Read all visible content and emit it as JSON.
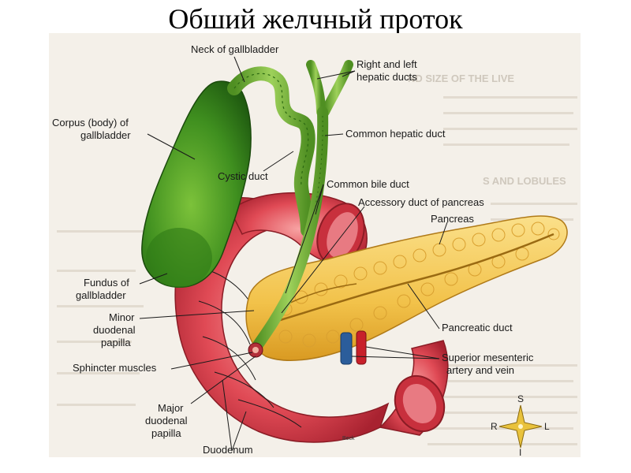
{
  "title": "Обший желчный проток",
  "labels": {
    "neck": "Neck of gallbladder",
    "hepatic_1": "Right and left",
    "hepatic_2": "hepatic ducts",
    "corpus_1": "Corpus (body) of",
    "corpus_2": "gallbladder",
    "common_hepatic": "Common hepatic duct",
    "cystic": "Cystic duct",
    "common_bile": "Common bile duct",
    "accessory": "Accessory duct of pancreas",
    "pancreas": "Pancreas",
    "fundus_1": "Fundus of",
    "fundus_2": "gallbladder",
    "minor_1": "Minor",
    "minor_2": "duodenal",
    "minor_3": "papilla",
    "pancreatic_duct": "Pancreatic duct",
    "sphincter": "Sphincter muscles",
    "sma_1": "Superior mesenteric",
    "sma_2": "artery and vein",
    "major_1": "Major",
    "major_2": "duodenal",
    "major_3": "papilla",
    "duodenum": "Duodenum"
  },
  "compass": {
    "s": "S",
    "r": "R",
    "l": "L",
    "i": "I"
  },
  "credit": "Beck",
  "background_text": {
    "heading_1": "ND SIZE OF THE LIVE",
    "heading_2": "S AND LOBULES"
  },
  "colors": {
    "gallbladder": "#3f8f1f",
    "bile_duct": "#6aa82a",
    "duodenum": "#e04a55",
    "pancreas": "#f2c24a",
    "artery": "#c8202a",
    "vein": "#2b5d9b"
  }
}
